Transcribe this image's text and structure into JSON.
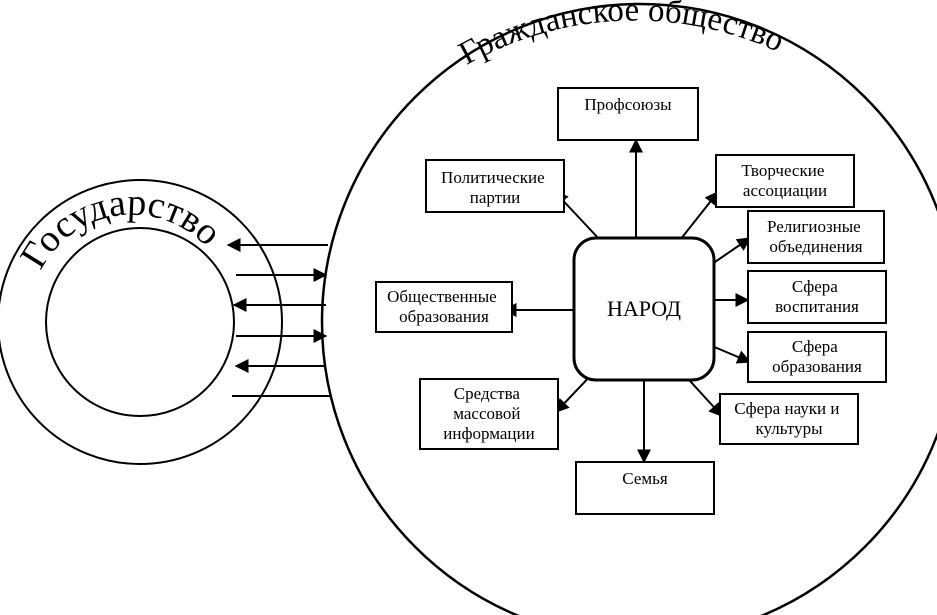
{
  "state_label": "Государство",
  "civil_label": "Гражданское общество",
  "center_label": "НАРОД",
  "boxes": [
    {
      "key": "profsoyuzy",
      "lines": [
        "Профсоюзы"
      ]
    },
    {
      "key": "politicheskie-partii",
      "lines": [
        "Политические",
        "партии"
      ]
    },
    {
      "key": "tvorcheskie-associacii",
      "lines": [
        "Творческие",
        "ассоциации"
      ]
    },
    {
      "key": "religioznye-obedineniya",
      "lines": [
        "Религиозные",
        "объединения"
      ]
    },
    {
      "key": "obshchestvennye-obrazovaniya",
      "lines": [
        "Общественные",
        "образования"
      ]
    },
    {
      "key": "sfera-vospitaniya",
      "lines": [
        "Сфера",
        "воспитания"
      ]
    },
    {
      "key": "sfera-obrazovaniya",
      "lines": [
        "Сфера",
        "образования"
      ]
    },
    {
      "key": "smi",
      "lines": [
        "Средства",
        "массовой",
        "информации"
      ]
    },
    {
      "key": "sfera-nauki",
      "lines": [
        "Сфера науки и",
        "культуры"
      ]
    },
    {
      "key": "semya",
      "lines": [
        "Семья"
      ]
    }
  ]
}
